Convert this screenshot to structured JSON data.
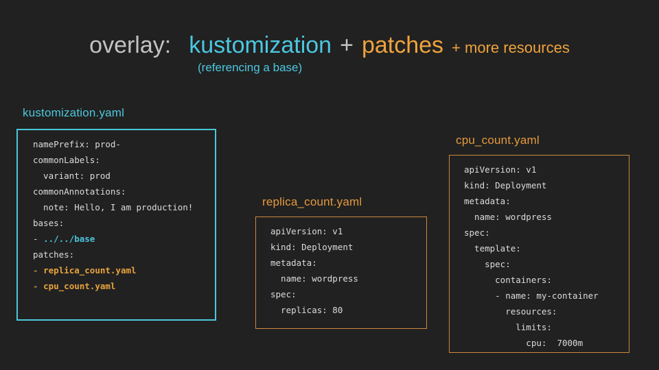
{
  "slide": {
    "background": "#212121",
    "colors": {
      "cyan": "#4cc7e0",
      "orange": "#efa33d",
      "gray_text": "#c2c2c2",
      "code_text": "#dcdcdc",
      "border_cyan": "#4cc8dc",
      "border_orange": "#cf8a3e",
      "code_cyan": "#4cc4d9",
      "code_orange": "#e8a33d"
    },
    "title": {
      "overlay": "overlay:",
      "kustomization": "kustomization",
      "plus": "+",
      "patches": "patches",
      "more_resources": "+ more resources",
      "subtitle": "(referencing a base)"
    },
    "panels": [
      {
        "label": "kustomization.yaml",
        "accent": "cyan",
        "lines": [
          [
            {
              "t": "namePrefix: prod-",
              "s": "plain"
            }
          ],
          [
            {
              "t": "commonLabels:",
              "s": "plain"
            }
          ],
          [
            {
              "t": "  variant: prod",
              "s": "plain"
            }
          ],
          [
            {
              "t": "commonAnnotations:",
              "s": "plain"
            }
          ],
          [
            {
              "t": "  note: Hello, I am production!",
              "s": "plain"
            }
          ],
          [
            {
              "t": "bases:",
              "s": "plain"
            }
          ],
          [
            {
              "t": "- ",
              "s": "plain"
            },
            {
              "t": "../../base",
              "s": "cyan-bold"
            }
          ],
          [
            {
              "t": "patches:",
              "s": "plain"
            }
          ],
          [
            {
              "t": "- ",
              "s": "orange-dim"
            },
            {
              "t": "replica_count.yaml",
              "s": "orange-bold"
            }
          ],
          [
            {
              "t": "- ",
              "s": "orange-dim"
            },
            {
              "t": "cpu_count.yaml",
              "s": "orange-bold"
            }
          ]
        ]
      },
      {
        "label": "replica_count.yaml",
        "accent": "orange",
        "lines": [
          [
            {
              "t": "apiVersion: v1",
              "s": "plain"
            }
          ],
          [
            {
              "t": "kind: Deployment",
              "s": "plain"
            }
          ],
          [
            {
              "t": "metadata:",
              "s": "plain"
            }
          ],
          [
            {
              "t": "  name: wordpress",
              "s": "plain"
            }
          ],
          [
            {
              "t": "spec:",
              "s": "plain"
            }
          ],
          [
            {
              "t": "  replicas: 80",
              "s": "plain"
            }
          ]
        ]
      },
      {
        "label": "cpu_count.yaml",
        "accent": "orange",
        "lines": [
          [
            {
              "t": "apiVersion: v1",
              "s": "plain"
            }
          ],
          [
            {
              "t": "kind: Deployment",
              "s": "plain"
            }
          ],
          [
            {
              "t": "metadata:",
              "s": "plain"
            }
          ],
          [
            {
              "t": "  name: wordpress",
              "s": "plain"
            }
          ],
          [
            {
              "t": "spec:",
              "s": "plain"
            }
          ],
          [
            {
              "t": "  template:",
              "s": "plain"
            }
          ],
          [
            {
              "t": "    spec:",
              "s": "plain"
            }
          ],
          [
            {
              "t": "      containers:",
              "s": "plain"
            }
          ],
          [
            {
              "t": "      - name: my-container",
              "s": "plain"
            }
          ],
          [
            {
              "t": "        resources:",
              "s": "plain"
            }
          ],
          [
            {
              "t": "          limits:",
              "s": "plain"
            }
          ],
          [
            {
              "t": "            cpu:  7000m",
              "s": "plain"
            }
          ]
        ]
      }
    ]
  }
}
